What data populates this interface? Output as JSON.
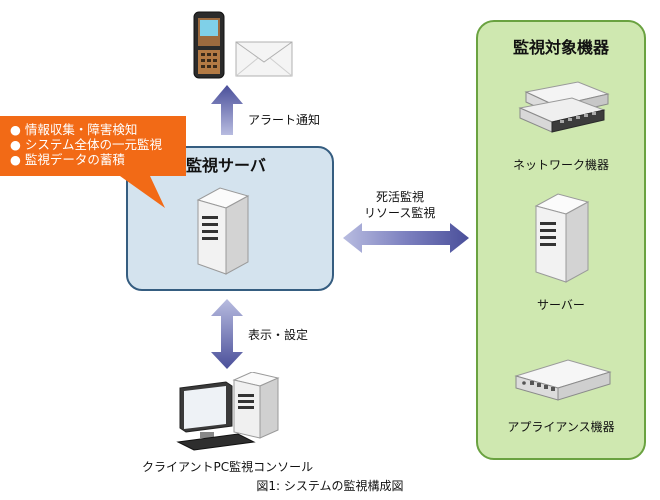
{
  "title": "",
  "panel": {
    "title": "監視対象機器",
    "devices": [
      "ネットワーク機器",
      "サーバー",
      "アプライアンス機器"
    ]
  },
  "server": {
    "title": "監視サーバ"
  },
  "callout": {
    "items": [
      "情報収集・障害検知",
      "システム全体の一元監視",
      "監視データの蓄積"
    ]
  },
  "labels": {
    "alert": "アラート通知",
    "monitor_line1": "死活監視",
    "monitor_line2": "リソース監視",
    "display": "表示・設定",
    "client": "クライアントPC監視コンソール"
  },
  "caption": "図1: システムの監視構成図",
  "colors": {
    "panel_fill": "#cfe8b0",
    "panel_border": "#6aa240",
    "server_fill": "#d4e3ee",
    "server_border": "#355d80",
    "callout_fill": "#f26a16",
    "arrow_dark": "#4a4f9a",
    "arrow_light": "#b8bce0"
  },
  "icons": [
    "mobile-phone-icon",
    "envelope-icon",
    "network-switch-icon",
    "server-tower-icon",
    "appliance-icon",
    "desktop-pc-icon"
  ]
}
